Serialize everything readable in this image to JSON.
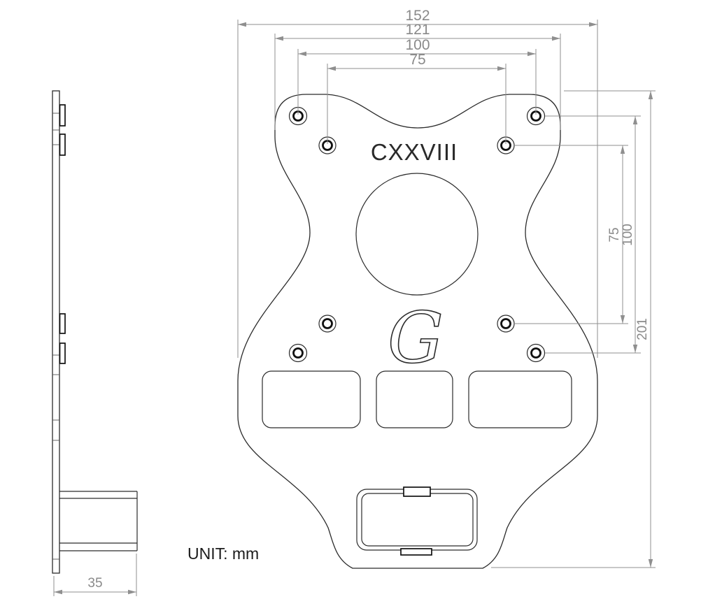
{
  "drawing": {
    "description": "Engineering drawing of a VESA monitor-mount adapter plate, front view and side view",
    "unit_note": "UNIT: mm",
    "front_view": {
      "engraving": "CXXVIII",
      "logo_monogram": "G",
      "horizontal_dims": {
        "overall_width": "152",
        "outer_ear_width": "121",
        "vesa_100_spacing": "100",
        "vesa_75_spacing": "75"
      },
      "vertical_dims": {
        "vesa_75_spacing": "75",
        "vesa_100_spacing": "100",
        "overall_height": "201"
      }
    },
    "side_view": {
      "depth_dim": "35"
    },
    "colors": {
      "background": "#ffffff",
      "outline": "#2b2b2b",
      "dimension": "#8f8f8f",
      "engraving": "#2a2a2a",
      "note": "#1c1c1c"
    }
  }
}
